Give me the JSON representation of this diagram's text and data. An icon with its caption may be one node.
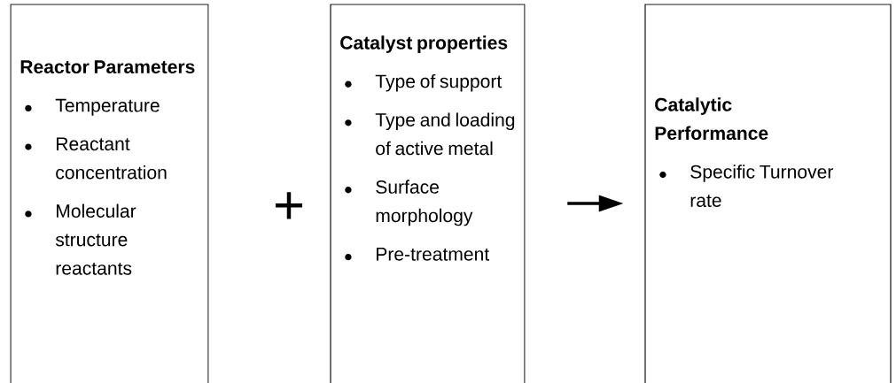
{
  "diagram": {
    "nodes": [
      {
        "text": [
          "Reactor Parameters",
          "Temperature",
          "Reactant concentration",
          "Molecular structure reactants"
        ]
      },
      {
        "text": [
          "Catalyst properties",
          "Type of support",
          "Type and loading of active metal",
          "Surface morphology",
          "Pre-treatment"
        ]
      },
      {
        "text": [
          "Catalytic Performance",
          "Specific Turnover rate"
        ]
      }
    ],
    "edges": [
      {
        "from": 1,
        "to": 2,
        "arrow": "to"
      }
    ],
    "labels": [
      "+"
    ]
  }
}
